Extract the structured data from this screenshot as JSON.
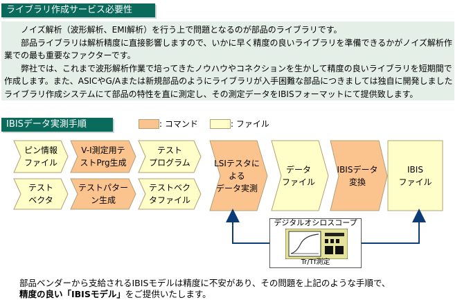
{
  "section1": {
    "title": "ライブラリ作成サービス必要性",
    "paragraphs": [
      "ノイズ解析（波形解析、EMI解析）を行う上で問題となるのが部品のライブラリです。",
      "部品ライブラリは解析精度に直接影響しますので、いかに早く精度の良いライブラリを準備できるかがノイズ解析作業での最も重要なファクターです。",
      "弊社では、これまで波形解析作業で培ってきたノウハウやコネクションを生かして精度の良いライブラリを短期間で作成します。また、ASICやG/Aまたは新規部品のようにライブラリが入手困難な部品につきましては独自に開発しましたライブラリ作成システムにて部品の特性を直に測定し、その測定データをIBISフォーマットにて提供致します。"
    ]
  },
  "section2": {
    "title": "IBISデータ実測手順"
  },
  "legend": {
    "command": ": コマンド",
    "file": ": ファイル"
  },
  "colors": {
    "header_bg": "#0a6b5c",
    "intro_bg": "#e4efe8",
    "command_fill": "#fbc38e",
    "file_fill": "#fffdc8",
    "arrow": "#0b3c78"
  },
  "flow": {
    "pin_info_file": "ピン情報\nファイル",
    "vi_prg_gen": "V-I測定用テ\nストPrg生成",
    "test_program": "テスト\nプログラム",
    "test_vector": "テスト\nベクタ",
    "test_pattern_gen": "テストパター\nン生成",
    "test_vector_file": "テストベク\nタファイル",
    "lsi_tester": "LSIテスタに\nよる\nデータ実測",
    "data_file": "データ\nファイル",
    "ibis_convert": "IBISデータ\n変換",
    "ibis_file": "IBIS\nファイル",
    "oscilloscope": "デジタルオシロスコープ",
    "tr_tf": "Tr/Tf測定"
  },
  "bottom": {
    "line1": "部品ベンダーから支給されるIBISモデルは精度に不安があり、その問題を上記のような手順で、",
    "line2_bold": "精度の良い「IBISモデル」",
    "line2_rest": "をご提供いたします。"
  }
}
